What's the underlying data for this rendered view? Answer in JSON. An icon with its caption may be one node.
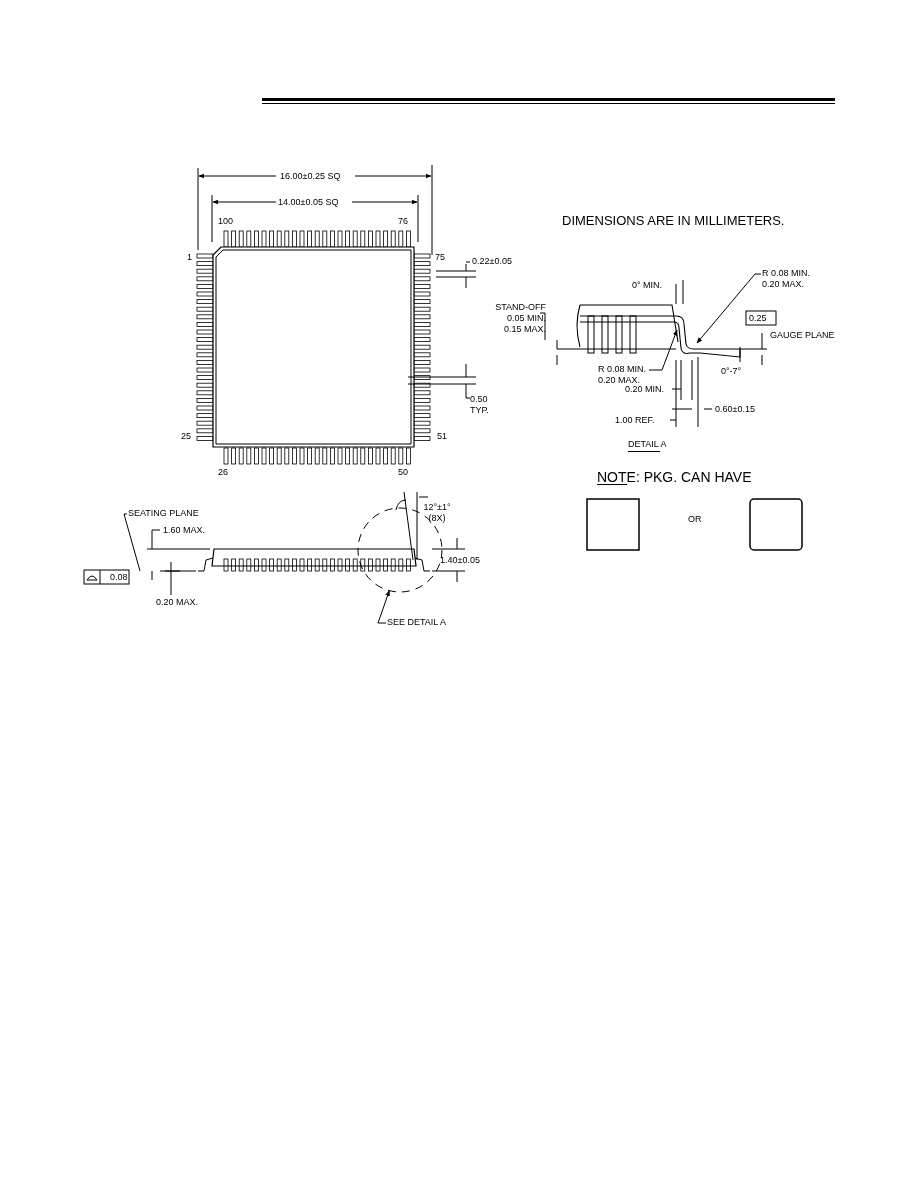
{
  "diagram": {
    "nodes": [
      {
        "text": [
          "SEATING PLANE"
        ]
      },
      {
        "text": [
          "SEE DETAIL A"
        ]
      },
      {
        "text": [],
        "shape": "circle"
      },
      {
        "text": [
          "R 0.08 MIN. 0.20 MAX."
        ]
      },
      {
        "text": [
          "R 0.08 MIN. 0.20 MAX."
        ]
      },
      {
        "text": [],
        "shape": "picture"
      }
    ],
    "edges": [
      {
        "from": 0,
        "to": null,
        "arrow": "none"
      },
      {
        "from": 1,
        "to": 2,
        "arrow": "to"
      },
      {
        "from": 3,
        "to": 5,
        "arrow": "to"
      },
      {
        "from": 4,
        "to": 5,
        "arrow": "to"
      }
    ],
    "labels": [
      "16.00±0.25 SQ",
      "14.00±0.05 SQ",
      "100",
      "76",
      "DIMENSIONS ARE IN MILLIMETERS.",
      "1",
      "75",
      "0.22±0.05",
      "0° MIN.",
      "STAND-OFF 0.05 MIN. 0.15 MAX.",
      "0.25",
      "GAUGE PLANE",
      "0.50 TYP.",
      "0°-7°",
      "0.20 MIN.",
      "0.60±0.15",
      "1.00 REF.",
      "25",
      "51",
      "DETAIL A",
      "26",
      "50",
      "NOTE: PKG. CAN HAVE",
      "OR",
      "1.60 MAX.",
      "12°±1° (8X)",
      "1.40±0.05",
      "0.08",
      "0.20 MAX."
    ]
  }
}
